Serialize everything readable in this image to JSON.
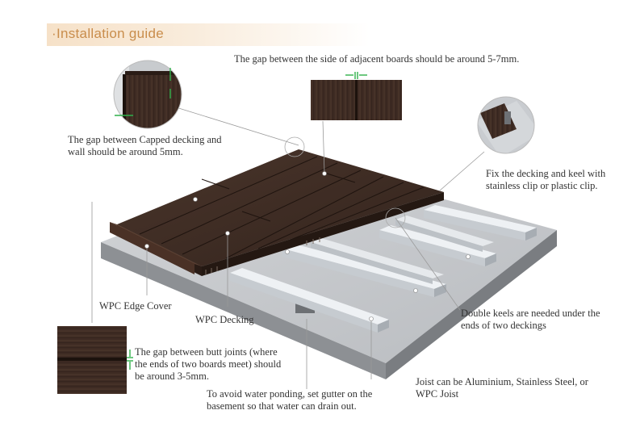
{
  "header": {
    "title": "·Installation guide"
  },
  "labels": {
    "side_gap": "The gap between the side of adjacent boards should be around 5-7mm.",
    "wall_gap_1": "The gap between Capped decking and",
    "wall_gap_2": "wall should be around 5mm.",
    "clip_1": "Fix the decking and keel with",
    "clip_2": "stainless clip or plastic clip.",
    "edge_cover": "WPC Edge Cover",
    "decking": "WPC Decking",
    "double_keel_1": "Double keels are needed under the",
    "double_keel_2": "ends of two deckings",
    "butt_1": "The gap between butt joints (where",
    "butt_2": "the ends of two boards meet) should",
    "butt_3": "be around 3-5mm.",
    "gutter_1": "To avoid water ponding, set gutter on the",
    "gutter_2": "basement so that water can drain out.",
    "joist_1": "Joist can be Aluminium, Stainless Steel, or",
    "joist_2": "WPC Joist"
  },
  "colors": {
    "banner_text": "#c98d4c",
    "board": "#3e2b23",
    "joist": "#d8dde2",
    "base": "#9a9da1",
    "arrow": "#2fb04a"
  }
}
